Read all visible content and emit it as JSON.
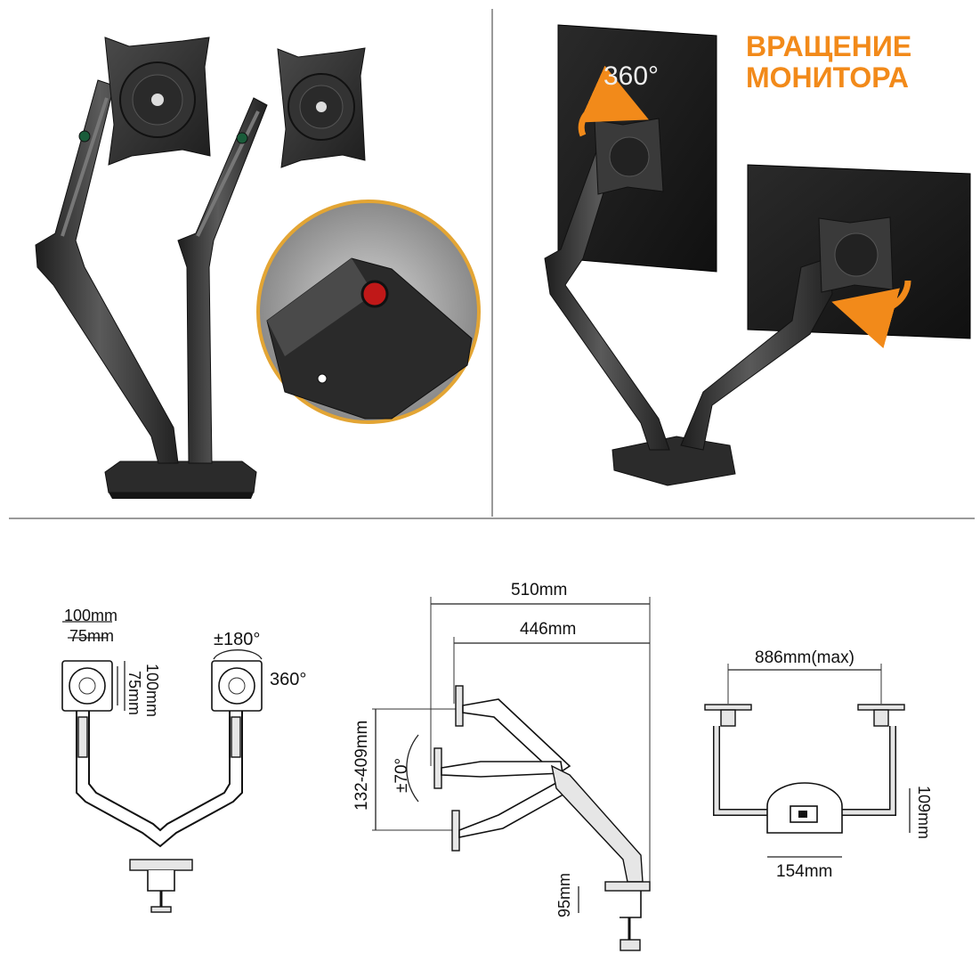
{
  "callout": {
    "line1": "ВРАЩЕНИЕ",
    "line2": "МОНИТОРА"
  },
  "photo_labels": {
    "rotation_degrees": "360°"
  },
  "front_view": {
    "vesa_width_outer": "100mm",
    "vesa_width_inner": "75mm",
    "vesa_height_outer": "100mm",
    "vesa_height_inner": "75mm",
    "swivel": "±180°",
    "rotation": "360°"
  },
  "side_view": {
    "reach_max": "510mm",
    "reach_arm": "446mm",
    "height_range": "132-409mm",
    "tilt": "±70°",
    "clamp_thickness": "95mm"
  },
  "top_view": {
    "span_max": "886mm(max)",
    "base_height": "109mm",
    "base_width": "154mm"
  },
  "colors": {
    "accent": "#f28a1a",
    "arm": "#3a3a3a",
    "panel": "#1c1c1c",
    "divider": "#9a9a9a"
  }
}
